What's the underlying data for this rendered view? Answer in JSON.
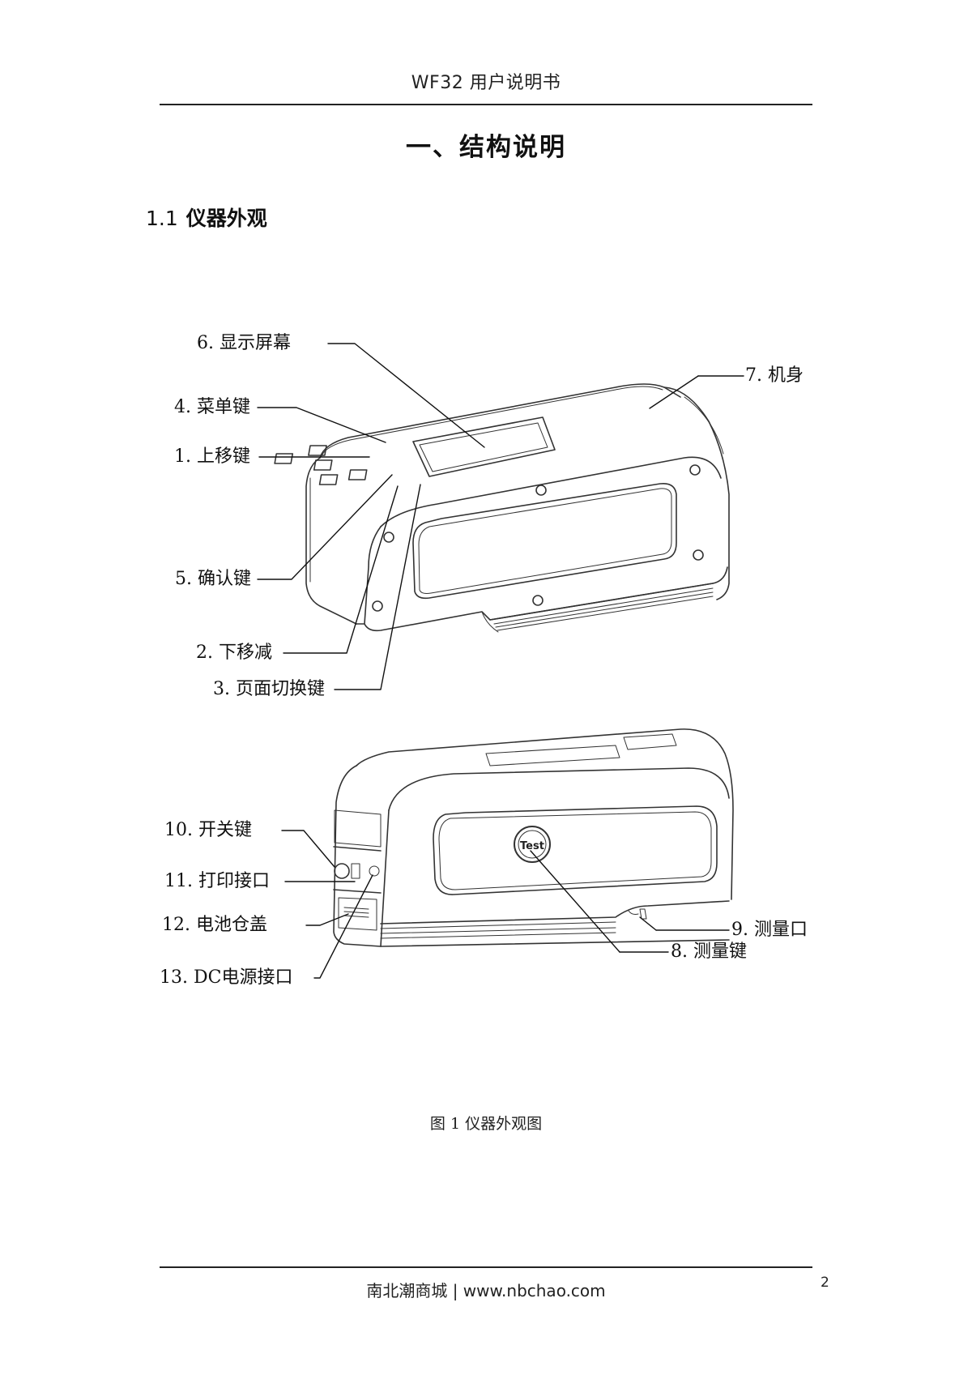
{
  "header": {
    "title": "WF32 用户说明书"
  },
  "chapter": {
    "title": "一、结构说明"
  },
  "section": {
    "number": "1.1",
    "title": "仪器外观"
  },
  "figure": {
    "top_view_callouts": [
      {
        "id": 6,
        "label": "6. 显示屏幕"
      },
      {
        "id": 7,
        "label": "7. 机身"
      },
      {
        "id": 4,
        "label": "4. 菜单键"
      },
      {
        "id": 1,
        "label": "1. 上移键"
      },
      {
        "id": 5,
        "label": "5. 确认键"
      },
      {
        "id": 2,
        "label": "2. 下移减"
      },
      {
        "id": 3,
        "label": "3. 页面切换键"
      }
    ],
    "side_view_callouts": [
      {
        "id": 10,
        "label": "10. 开关键"
      },
      {
        "id": 11,
        "label": "11. 打印接口"
      },
      {
        "id": 12,
        "label": "12. 电池仓盖"
      },
      {
        "id": 13,
        "label": "13. DC电源接口"
      },
      {
        "id": 9,
        "label": "9. 测量口"
      },
      {
        "id": 8,
        "label": "8. 测量键"
      }
    ],
    "test_button_text": "Test",
    "caption": "图 1  仪器外观图"
  },
  "footer": {
    "text": "南北潮商城 | www.nbchao.com",
    "page_number": "2"
  }
}
